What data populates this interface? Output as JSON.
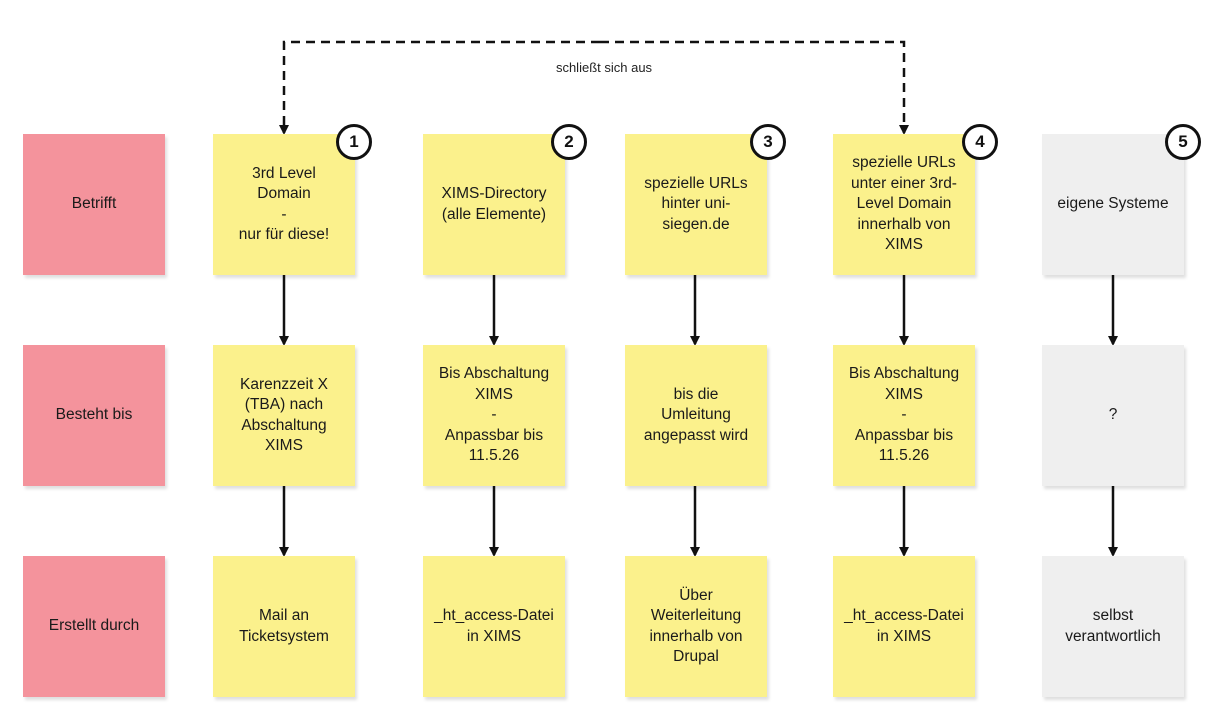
{
  "rows": [
    "Betrifft",
    "Besteht bis",
    "Erstellt durch"
  ],
  "exclusion_label": "schließt sich aus",
  "columns": [
    {
      "number": "1",
      "kind": "yellow",
      "cells": [
        "3rd Level\nDomain\n-\nnur für diese!",
        "Karenzzeit X\n(TBA) nach\nAbschaltung\nXIMS",
        "Mail an\nTicketsystem"
      ]
    },
    {
      "number": "2",
      "kind": "yellow",
      "cells": [
        "XIMS-Directory\n(alle Elemente)",
        "Bis Abschaltung\nXIMS\n-\nAnpassbar bis\n11.5.26",
        "_ht_access-Datei\nin XIMS"
      ]
    },
    {
      "number": "3",
      "kind": "yellow",
      "cells": [
        "spezielle URLs\nhinter uni-\nsiegen.de",
        "bis die\nUmleitung\nangepasst wird",
        "Über\nWeiterleitung\ninnerhalb von\nDrupal"
      ]
    },
    {
      "number": "4",
      "kind": "yellow",
      "cells": [
        "spezielle URLs\nunter einer 3rd-\nLevel Domain\ninnerhalb von\nXIMS",
        "Bis Abschaltung\nXIMS\n-\nAnpassbar bis\n11.5.26",
        "_ht_access-Datei\nin XIMS"
      ]
    },
    {
      "number": "5",
      "kind": "grey",
      "cells": [
        "eigene Systeme",
        "?",
        "selbst\nverantwortlich"
      ]
    }
  ],
  "colors": {
    "row_label": "#f4939c",
    "note_yellow": "#fbf18c",
    "note_grey": "#efefef",
    "connector": "#111111"
  }
}
